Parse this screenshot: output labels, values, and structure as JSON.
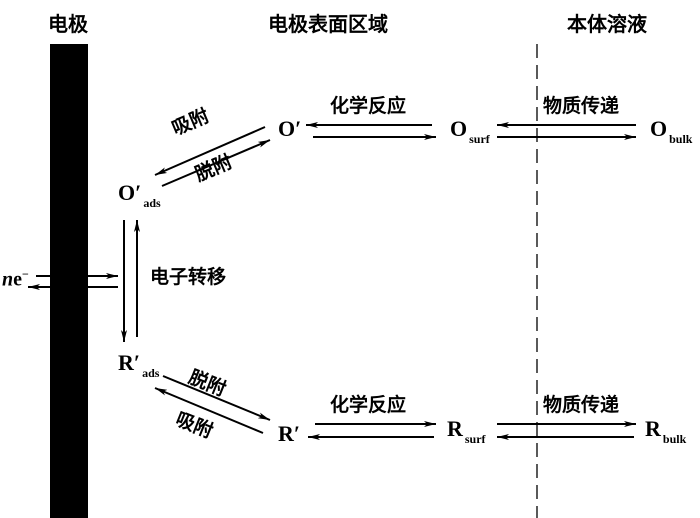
{
  "headers": {
    "electrode": "电极",
    "surface_region": "电极表面区域",
    "bulk_solution": "本体溶液"
  },
  "species": {
    "o_prime": "O′",
    "o_ads_main": "O′",
    "o_ads_sub": "ads",
    "o_surf_main": "O",
    "o_surf_sub": "surf",
    "o_bulk_main": "O",
    "o_bulk_sub": "bulk",
    "r_prime": "R′",
    "r_ads_main": "R′",
    "r_ads_sub": "ads",
    "r_surf_main": "R",
    "r_surf_sub": "surf",
    "r_bulk_main": "R",
    "r_bulk_sub": "bulk"
  },
  "processes": {
    "adsorption_top": "吸附",
    "desorption_top": "脱附",
    "chemical_reaction_top": "化学反应",
    "mass_transfer_top": "物质传递",
    "electron_transfer": "电子转移",
    "desorption_bottom": "脱附",
    "adsorption_bottom": "吸附",
    "chemical_reaction_bottom": "化学反应",
    "mass_transfer_bottom": "物质传递"
  },
  "electron": {
    "n": "n",
    "e": "e",
    "charge": "−"
  }
}
